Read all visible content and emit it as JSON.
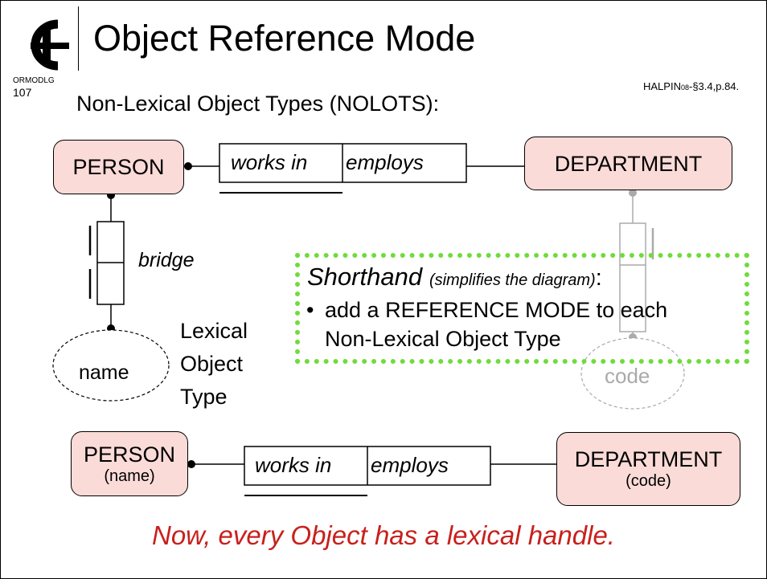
{
  "header": {
    "title": "Object Reference Mode",
    "logo_glyph": "Œ",
    "logo_text": "ORMODLG",
    "slide_number": "107",
    "reference_prefix": "HALPIN",
    "reference_sub": "08",
    "reference_suffix": "-§3.4,p.84."
  },
  "subtitle": "Non-Lexical Object Types (NOLOTS):",
  "top_row": {
    "entity_left": "PERSON",
    "role_left": "works in",
    "role_right": "employs",
    "entity_right": "DEPARTMENT"
  },
  "bridge_label": "bridge",
  "value_type_label": "name",
  "lexical_label": [
    "Lexical",
    "Object",
    "Type"
  ],
  "faded_value_label": "code",
  "shorthand": {
    "title": "Shorthand",
    "aside": "(simplifies the diagram)",
    "colon": ":",
    "bullet": "•",
    "line1": "add a REFERENCE MODE to each",
    "line2": "Non-Lexical Object Type"
  },
  "bottom_row": {
    "entity_left": "PERSON",
    "entity_left_mode": "(name)",
    "role_left": "works in",
    "role_right": "employs",
    "entity_right": "DEPARTMENT",
    "entity_right_mode": "(code)"
  },
  "footer": "Now, every Object has a lexical handle.",
  "colors": {
    "entity_fill": "#fadbd8",
    "highlight_border": "#6fdc3a",
    "footer_text": "#c8201c",
    "faded": "#aaaaaa"
  }
}
